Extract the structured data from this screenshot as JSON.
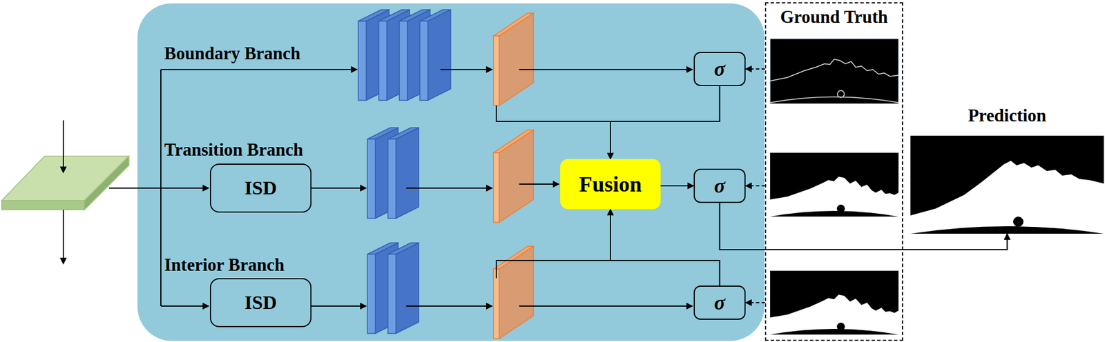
{
  "diagram": {
    "nodes": [
      {
        "text": [
          "σ"
        ]
      },
      {
        "text": [
          "ISD"
        ]
      },
      {
        "text": [
          "Fusion"
        ]
      },
      {
        "text": [
          "σ"
        ]
      },
      {
        "text": [
          "ISD"
        ]
      },
      {
        "text": [
          "σ"
        ]
      },
      {
        "text": [
          "Ground Truth"
        ]
      },
      {
        "text": [
          "Prediction"
        ]
      }
    ],
    "edges": [
      {
        "from": 0,
        "to": 2,
        "arrow": "to"
      },
      {
        "from": 5,
        "to": 2,
        "arrow": "to"
      },
      {
        "from": 2,
        "to": 3,
        "arrow": "to"
      },
      {
        "from": 3,
        "to": 7,
        "arrow": "to"
      },
      {
        "from": 6,
        "to": 0,
        "arrow": "to"
      },
      {
        "from": 6,
        "to": 3,
        "arrow": "to"
      },
      {
        "from": 6,
        "to": 5,
        "arrow": "to"
      }
    ],
    "labels": [
      "Boundary Branch",
      "Transition Branch",
      "Interior Branch"
    ]
  }
}
